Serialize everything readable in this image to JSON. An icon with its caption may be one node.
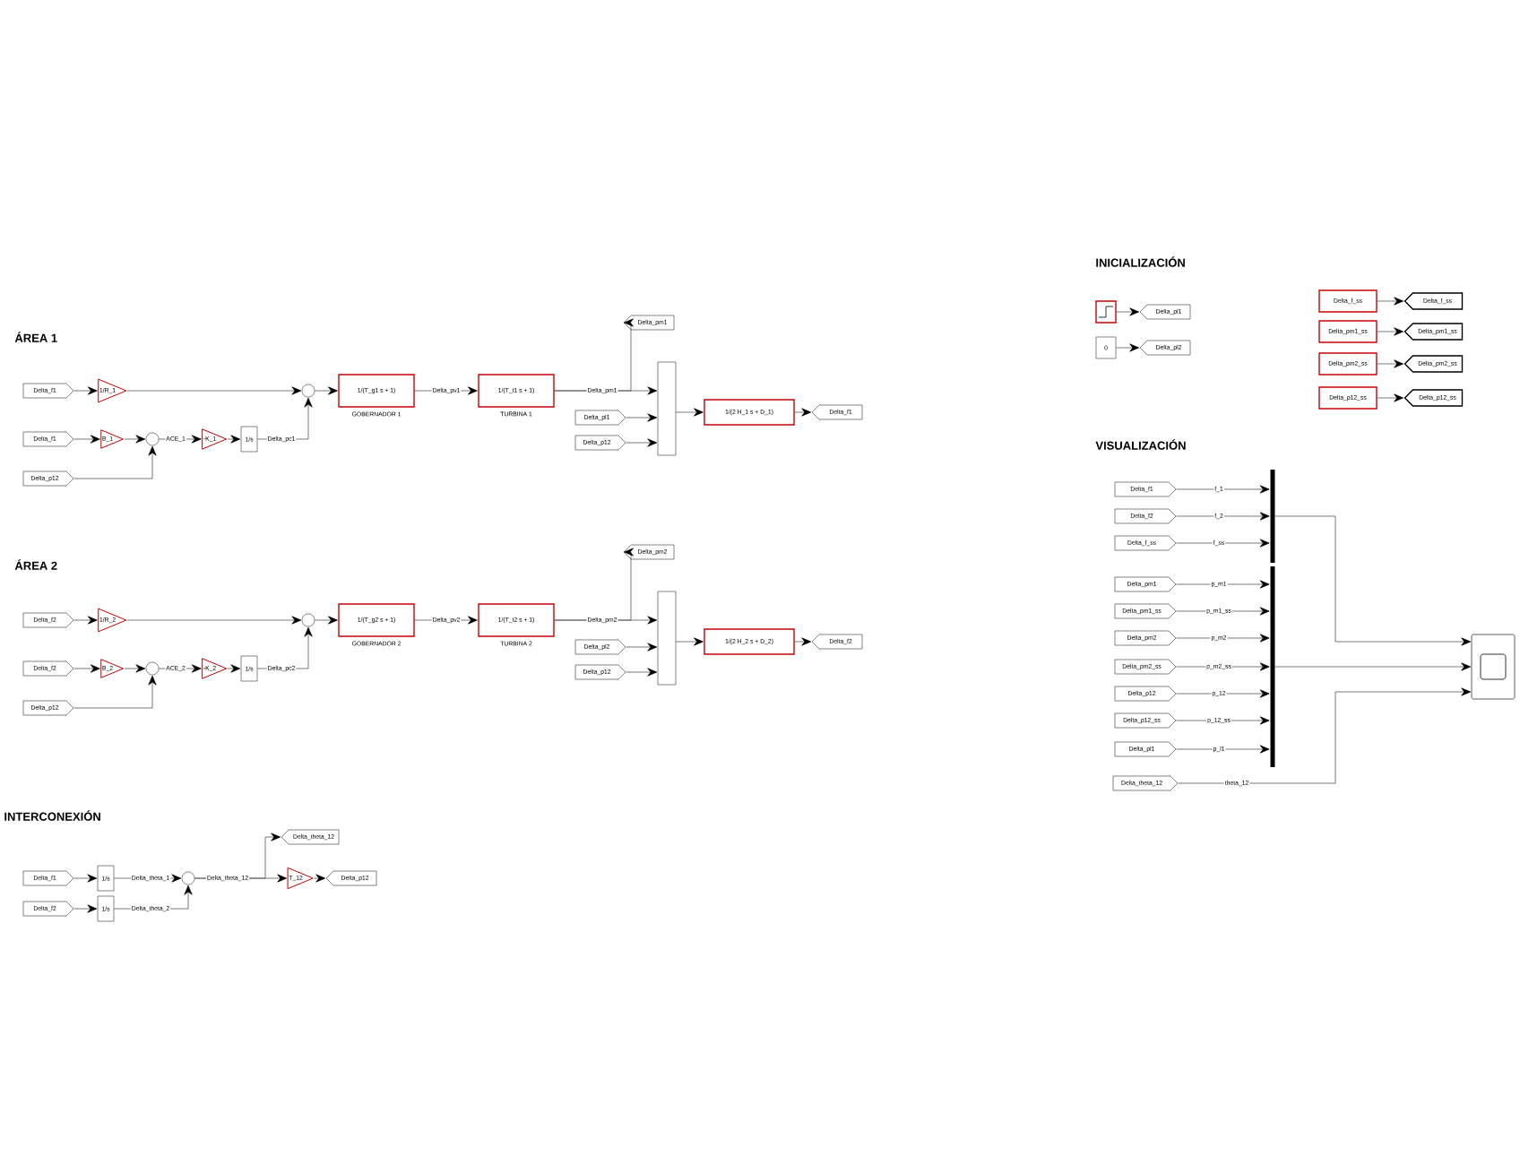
{
  "diagram": {
    "nodes": [
      {
        "text": [
          "Delta_f1"
        ]
      },
      {
        "text": [
          "1/R_1"
        ]
      },
      {
        "text": [],
        "shape": "circle"
      },
      {
        "text": [
          "1/(T_g1 s + 1)"
        ],
        "beside": [
          "GOBERNADOR 1"
        ]
      },
      {
        "text": [
          "1/(T_t1 s + 1)"
        ],
        "beside": [
          "TURBINA 1"
        ]
      },
      {
        "text": [
          "Delta_pm1"
        ]
      },
      {
        "text": [
          "Delta_pl1"
        ]
      },
      {
        "text": [
          "Delta_p12"
        ]
      },
      {
        "text": [],
        "shape": "box"
      },
      {
        "text": [
          "1/(2 H_1 s + D_1)"
        ]
      },
      {
        "text": [
          "Delta_f1"
        ]
      },
      {
        "text": [
          "Delta_f1"
        ]
      },
      {
        "text": [
          "B_1"
        ]
      },
      {
        "text": [],
        "shape": "circle"
      },
      {
        "text": [
          "Delta_p12"
        ]
      },
      {
        "text": [
          "-K_1"
        ]
      },
      {
        "text": [
          "1/s"
        ]
      },
      {
        "text": [
          "Delta_f2"
        ]
      },
      {
        "text": [
          "1/R_2"
        ]
      },
      {
        "text": [],
        "shape": "circle"
      },
      {
        "text": [
          "1/(T_g2 s + 1)"
        ],
        "beside": [
          "GOBERNADOR 2"
        ]
      },
      {
        "text": [
          "1/(T_t2 s + 1)"
        ],
        "beside": [
          "TURBINA 2"
        ]
      },
      {
        "text": [
          "Delta_pm2"
        ]
      },
      {
        "text": [
          "Delta_pl2"
        ]
      },
      {
        "text": [
          "Delta_p12"
        ]
      },
      {
        "text": [],
        "shape": "box"
      },
      {
        "text": [
          "1/(2 H_2 s + D_2)"
        ]
      },
      {
        "text": [
          "Delta_f2"
        ]
      },
      {
        "text": [
          "Delta_f2"
        ]
      },
      {
        "text": [
          "B_2"
        ]
      },
      {
        "text": [],
        "shape": "circle"
      },
      {
        "text": [
          "Delta_p12"
        ]
      },
      {
        "text": [
          "-K_2"
        ]
      },
      {
        "text": [
          "1/s"
        ]
      },
      {
        "text": [
          "Delta_f1"
        ]
      },
      {
        "text": [
          "Delta_f2"
        ]
      },
      {
        "text": [
          "1/s"
        ]
      },
      {
        "text": [
          "1/s"
        ]
      },
      {
        "text": [],
        "shape": "circle"
      },
      {
        "text": [
          "Delta_theta_12"
        ]
      },
      {
        "text": [
          "T_12"
        ]
      },
      {
        "text": [
          "Delta_p12"
        ]
      },
      {
        "text": [],
        "shape": "box"
      },
      {
        "text": [
          "Delta_pl1"
        ]
      },
      {
        "text": [
          "0"
        ]
      },
      {
        "text": [
          "Delta_pl2"
        ]
      },
      {
        "text": [
          "Delta_f_ss"
        ]
      },
      {
        "text": [
          "Delta_f_ss"
        ]
      },
      {
        "text": [
          "Delta_pm1_ss"
        ]
      },
      {
        "text": [
          "Delta_pm1_ss"
        ]
      },
      {
        "text": [
          "Delta_pm2_ss"
        ]
      },
      {
        "text": [
          "Delta_pm2_ss"
        ]
      },
      {
        "text": [
          "Delta_p12_ss"
        ]
      },
      {
        "text": [
          "Delta_p12_ss"
        ]
      },
      {
        "text": [
          "Delta_f1"
        ]
      },
      {
        "text": [
          "Delta_f2"
        ]
      },
      {
        "text": [
          "Delta_f_ss"
        ]
      },
      {
        "text": [],
        "shape": "bar"
      },
      {
        "text": [
          "Delta_pm1"
        ]
      },
      {
        "text": [
          "Delta_pm1_ss"
        ]
      },
      {
        "text": [
          "Delta_pm2"
        ]
      },
      {
        "text": [
          "Delta_pm2_ss"
        ]
      },
      {
        "text": [
          "Delta_p12"
        ]
      },
      {
        "text": [
          "Delta_p12_ss"
        ]
      },
      {
        "text": [
          "Delta_pl1"
        ]
      },
      {
        "text": [],
        "shape": "bar"
      },
      {
        "text": [
          "Delta_theta_12"
        ]
      },
      {
        "text": [],
        "shape": "box"
      }
    ],
    "edges": [
      {
        "from": 0,
        "to": 1,
        "arrow": "to"
      },
      {
        "from": 1,
        "to": 2,
        "arrow": "to"
      },
      {
        "from": 2,
        "to": 3,
        "arrow": "to"
      },
      {
        "from": 3,
        "to": 4,
        "arrow": "to",
        "label": "Delta_pv1"
      },
      {
        "from": 4,
        "to": 8,
        "arrow": "to",
        "label": "Delta_pm1"
      },
      {
        "from": 4,
        "to": 5,
        "arrow": "to"
      },
      {
        "from": 6,
        "to": 8,
        "arrow": "to"
      },
      {
        "from": 7,
        "to": 8,
        "arrow": "to"
      },
      {
        "from": 8,
        "to": 9,
        "arrow": "to"
      },
      {
        "from": 9,
        "to": 10,
        "arrow": "to"
      },
      {
        "from": 11,
        "to": 12,
        "arrow": "to"
      },
      {
        "from": 12,
        "to": 13,
        "arrow": "to"
      },
      {
        "from": 14,
        "to": 13,
        "arrow": "to"
      },
      {
        "from": 13,
        "to": 15,
        "arrow": "to",
        "label": "ACE_1"
      },
      {
        "from": 15,
        "to": 16,
        "arrow": "to"
      },
      {
        "from": 16,
        "to": 2,
        "arrow": "to",
        "label": "Delta_pc1"
      },
      {
        "from": 17,
        "to": 18,
        "arrow": "to"
      },
      {
        "from": 18,
        "to": 19,
        "arrow": "to"
      },
      {
        "from": 19,
        "to": 20,
        "arrow": "to"
      },
      {
        "from": 20,
        "to": 21,
        "arrow": "to",
        "label": "Delta_pv2"
      },
      {
        "from": 21,
        "to": 25,
        "arrow": "to",
        "label": "Delta_pm2"
      },
      {
        "from": 21,
        "to": 22,
        "arrow": "to"
      },
      {
        "from": 23,
        "to": 25,
        "arrow": "to"
      },
      {
        "from": 24,
        "to": 25,
        "arrow": "to"
      },
      {
        "from": 25,
        "to": 26,
        "arrow": "to"
      },
      {
        "from": 26,
        "to": 27,
        "arrow": "to"
      },
      {
        "from": 28,
        "to": 29,
        "arrow": "to"
      },
      {
        "from": 29,
        "to": 30,
        "arrow": "to"
      },
      {
        "from": 31,
        "to": 30,
        "arrow": "to"
      },
      {
        "from": 30,
        "to": 32,
        "arrow": "to",
        "label": "ACE_2"
      },
      {
        "from": 32,
        "to": 33,
        "arrow": "to"
      },
      {
        "from": 33,
        "to": 19,
        "arrow": "to",
        "label": "Delta_pc2"
      },
      {
        "from": 34,
        "to": 36,
        "arrow": "to"
      },
      {
        "from": 35,
        "to": 37,
        "arrow": "to"
      },
      {
        "from": 36,
        "to": 38,
        "arrow": "to",
        "label": "Delta_theta_1"
      },
      {
        "from": 37,
        "to": 38,
        "arrow": "to",
        "label": "Delta_theta_2"
      },
      {
        "from": 38,
        "to": 40,
        "arrow": "to",
        "label": "Delta_theta_12"
      },
      {
        "from": 38,
        "to": 39,
        "arrow": "to"
      },
      {
        "from": 40,
        "to": 41,
        "arrow": "to"
      },
      {
        "from": 42,
        "to": 43,
        "arrow": "to"
      },
      {
        "from": 44,
        "to": 45,
        "arrow": "to"
      },
      {
        "from": 46,
        "to": 47,
        "arrow": "to"
      },
      {
        "from": 48,
        "to": 49,
        "arrow": "to"
      },
      {
        "from": 50,
        "to": 51,
        "arrow": "to"
      },
      {
        "from": 52,
        "to": 53,
        "arrow": "to"
      },
      {
        "from": 54,
        "to": 57,
        "arrow": "to",
        "label": "f_1"
      },
      {
        "from": 55,
        "to": 57,
        "arrow": "to",
        "label": "f_2"
      },
      {
        "from": 56,
        "to": 57,
        "arrow": "to",
        "label": "f_ss"
      },
      {
        "from": 58,
        "to": 65,
        "arrow": "to",
        "label": "p_m1"
      },
      {
        "from": 59,
        "to": 65,
        "arrow": "to",
        "label": "p_m1_ss"
      },
      {
        "from": 60,
        "to": 65,
        "arrow": "to",
        "label": "p_m2"
      },
      {
        "from": 61,
        "to": 65,
        "arrow": "to",
        "label": "p_m2_ss"
      },
      {
        "from": 62,
        "to": 65,
        "arrow": "to",
        "label": "p_12"
      },
      {
        "from": 63,
        "to": 65,
        "arrow": "to",
        "label": "p_12_ss"
      },
      {
        "from": 64,
        "to": 65,
        "arrow": "to",
        "label": "p_l1"
      },
      {
        "from": 57,
        "to": 67,
        "arrow": "to"
      },
      {
        "from": 65,
        "to": 67,
        "arrow": "to"
      },
      {
        "from": 66,
        "to": 67,
        "arrow": "to",
        "label": "theta_12"
      }
    ],
    "labels": [
      "ÁREA 1",
      "ÁREA 2",
      "INTERCONEXIÓN",
      "INICIALIZACIÓN",
      "VISUALIZACIÓN"
    ]
  }
}
